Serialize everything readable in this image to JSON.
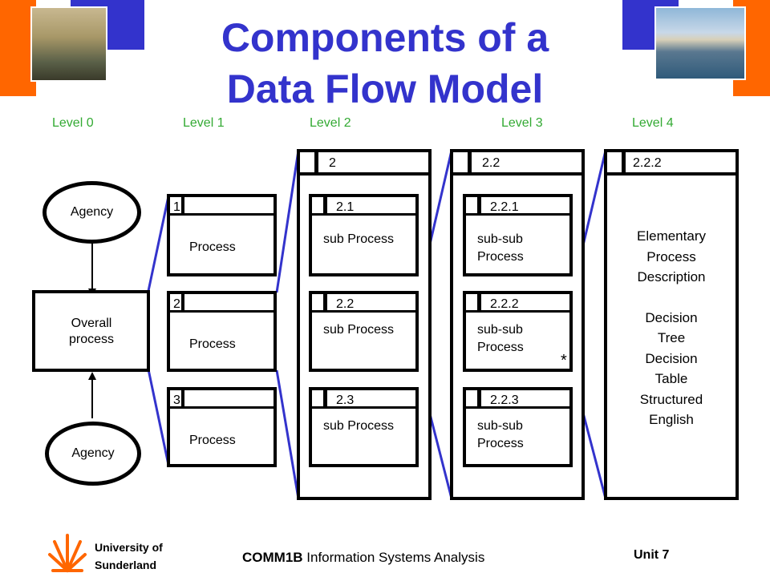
{
  "title": {
    "line1": "Components of a",
    "line2": "Data Flow Model"
  },
  "levels": [
    "Level 0",
    "Level 1",
    "Level 2",
    "Level 3",
    "Level 4"
  ],
  "level0": {
    "agency_top": "Agency",
    "agency_bottom": "Agency",
    "overall": "Overall process"
  },
  "level1": {
    "items": [
      {
        "num": "1",
        "label": "Process"
      },
      {
        "num": "2",
        "label": "Process"
      },
      {
        "num": "3",
        "label": "Process"
      }
    ]
  },
  "level2": {
    "num": "2",
    "items": [
      {
        "num": "2.1",
        "label": "sub Process"
      },
      {
        "num": "2.2",
        "label": "sub Process"
      },
      {
        "num": "2.3",
        "label": "sub Process"
      }
    ]
  },
  "level3": {
    "num": "2.2",
    "items": [
      {
        "num": "2.2.1",
        "label": "sub-sub Process"
      },
      {
        "num": "2.2.2",
        "label": "sub-sub Process"
      },
      {
        "num": "2.2.3",
        "label": "sub-sub Process"
      }
    ],
    "marker": "*"
  },
  "level4": {
    "num": "2.2.2",
    "lines": [
      "Elementary",
      "Process",
      "Description",
      "",
      "Decision",
      "Tree",
      "Decision",
      "Table",
      "Structured",
      "English"
    ]
  },
  "footer": {
    "university": "University of Sunderland",
    "course_code": "COMM1B",
    "course_name": " Information Systems Analysis",
    "unit": "Unit 7"
  },
  "colors": {
    "title": "#3333cc",
    "level": "#33aa33",
    "connector": "#3333cc",
    "accent_orange": "#ff6600"
  }
}
